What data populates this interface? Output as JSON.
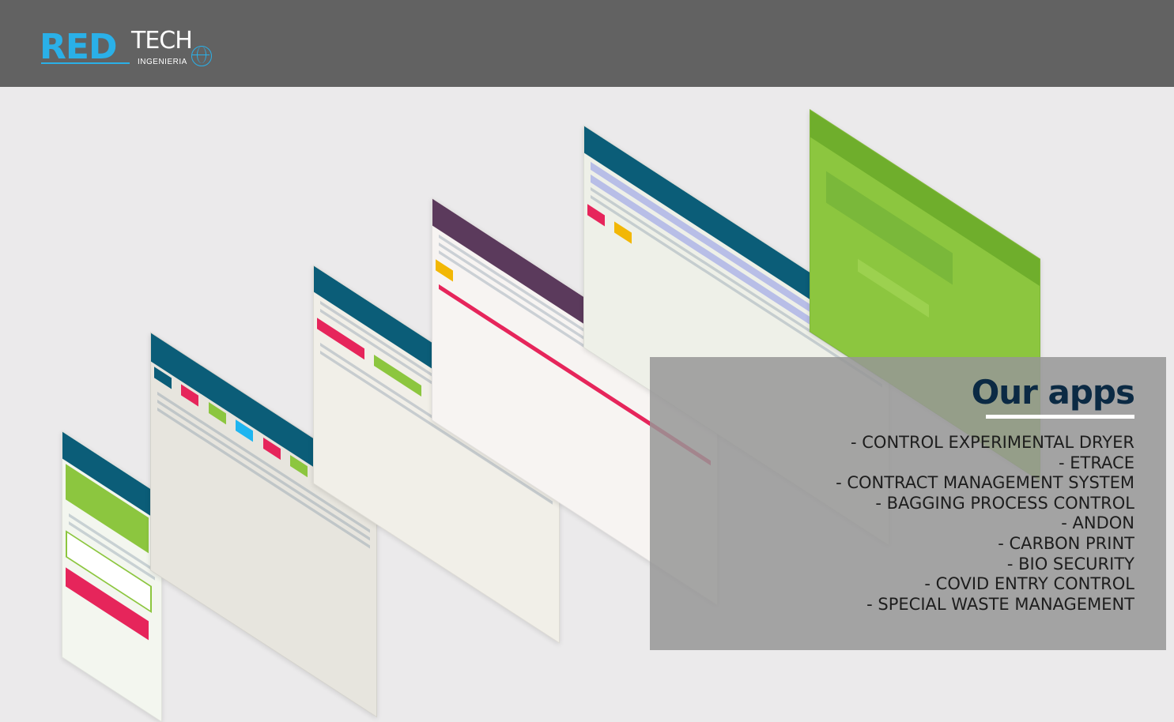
{
  "header": {
    "logo_red": "RED",
    "logo_tech": "TECH",
    "logo_sub": "INGENIERIA"
  },
  "panel": {
    "title": "Our apps",
    "apps": [
      "- CONTROL EXPERIMENTAL DRYER",
      "- ETRACE",
      "- CONTRACT MANAGEMENT SYSTEM",
      "- BAGGING PROCESS CONTROL",
      "- ANDON",
      "- CARBON PRINT",
      "- BIO SECURITY",
      "- COVID ENTRY CONTROL",
      "- SPECIAL WASTE MANAGEMENT"
    ]
  },
  "colors": {
    "header_bg": "#626262",
    "brand_blue": "#2ab0e8",
    "title_navy": "#0b2a44",
    "app_teal": "#0b5d78",
    "carbon_green": "#8cc63f"
  }
}
